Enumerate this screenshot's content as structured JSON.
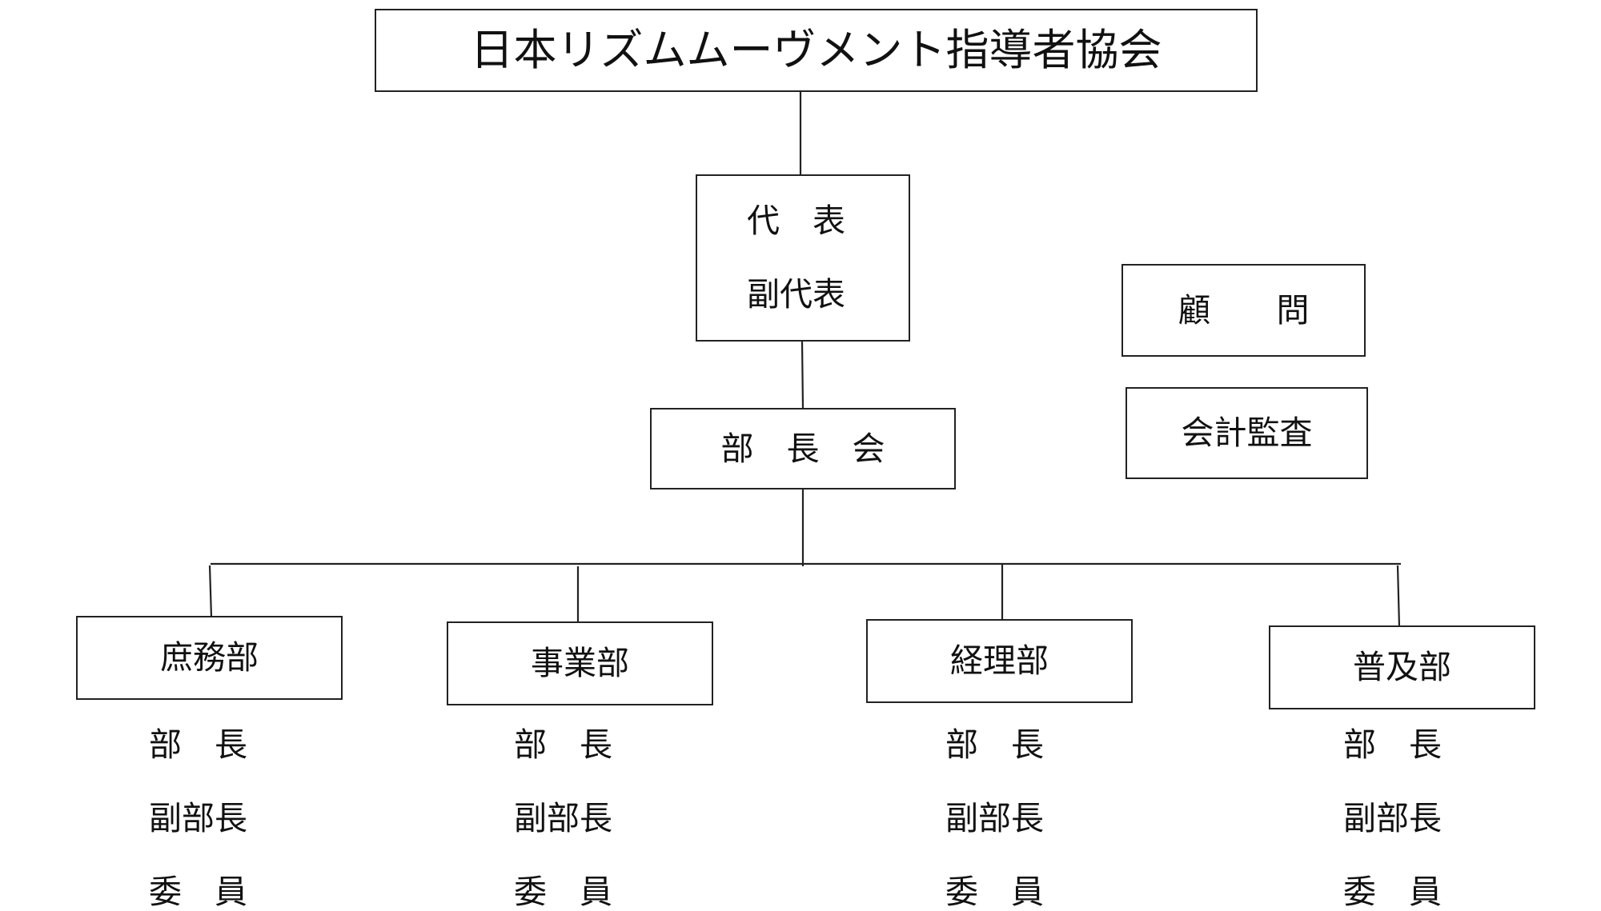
{
  "organization": {
    "name": "日本リズムムーヴメント指導者協会"
  },
  "leadership": {
    "representative": "代　表",
    "vice_representative": "副代表"
  },
  "council": {
    "label": "部　長　会"
  },
  "side_roles": {
    "advisor": "顧　　問",
    "auditor": "会計監査"
  },
  "departments": [
    {
      "name": "庶務部",
      "roles": [
        "部　長",
        "副部長",
        "委　員"
      ]
    },
    {
      "name": "事業部",
      "roles": [
        "部　長",
        "副部長",
        "委　員"
      ]
    },
    {
      "name": "経理部",
      "roles": [
        "部　長",
        "副部長",
        "委　員"
      ]
    },
    {
      "name": "普及部",
      "roles": [
        "部　長",
        "副部長",
        "委　員"
      ]
    }
  ]
}
